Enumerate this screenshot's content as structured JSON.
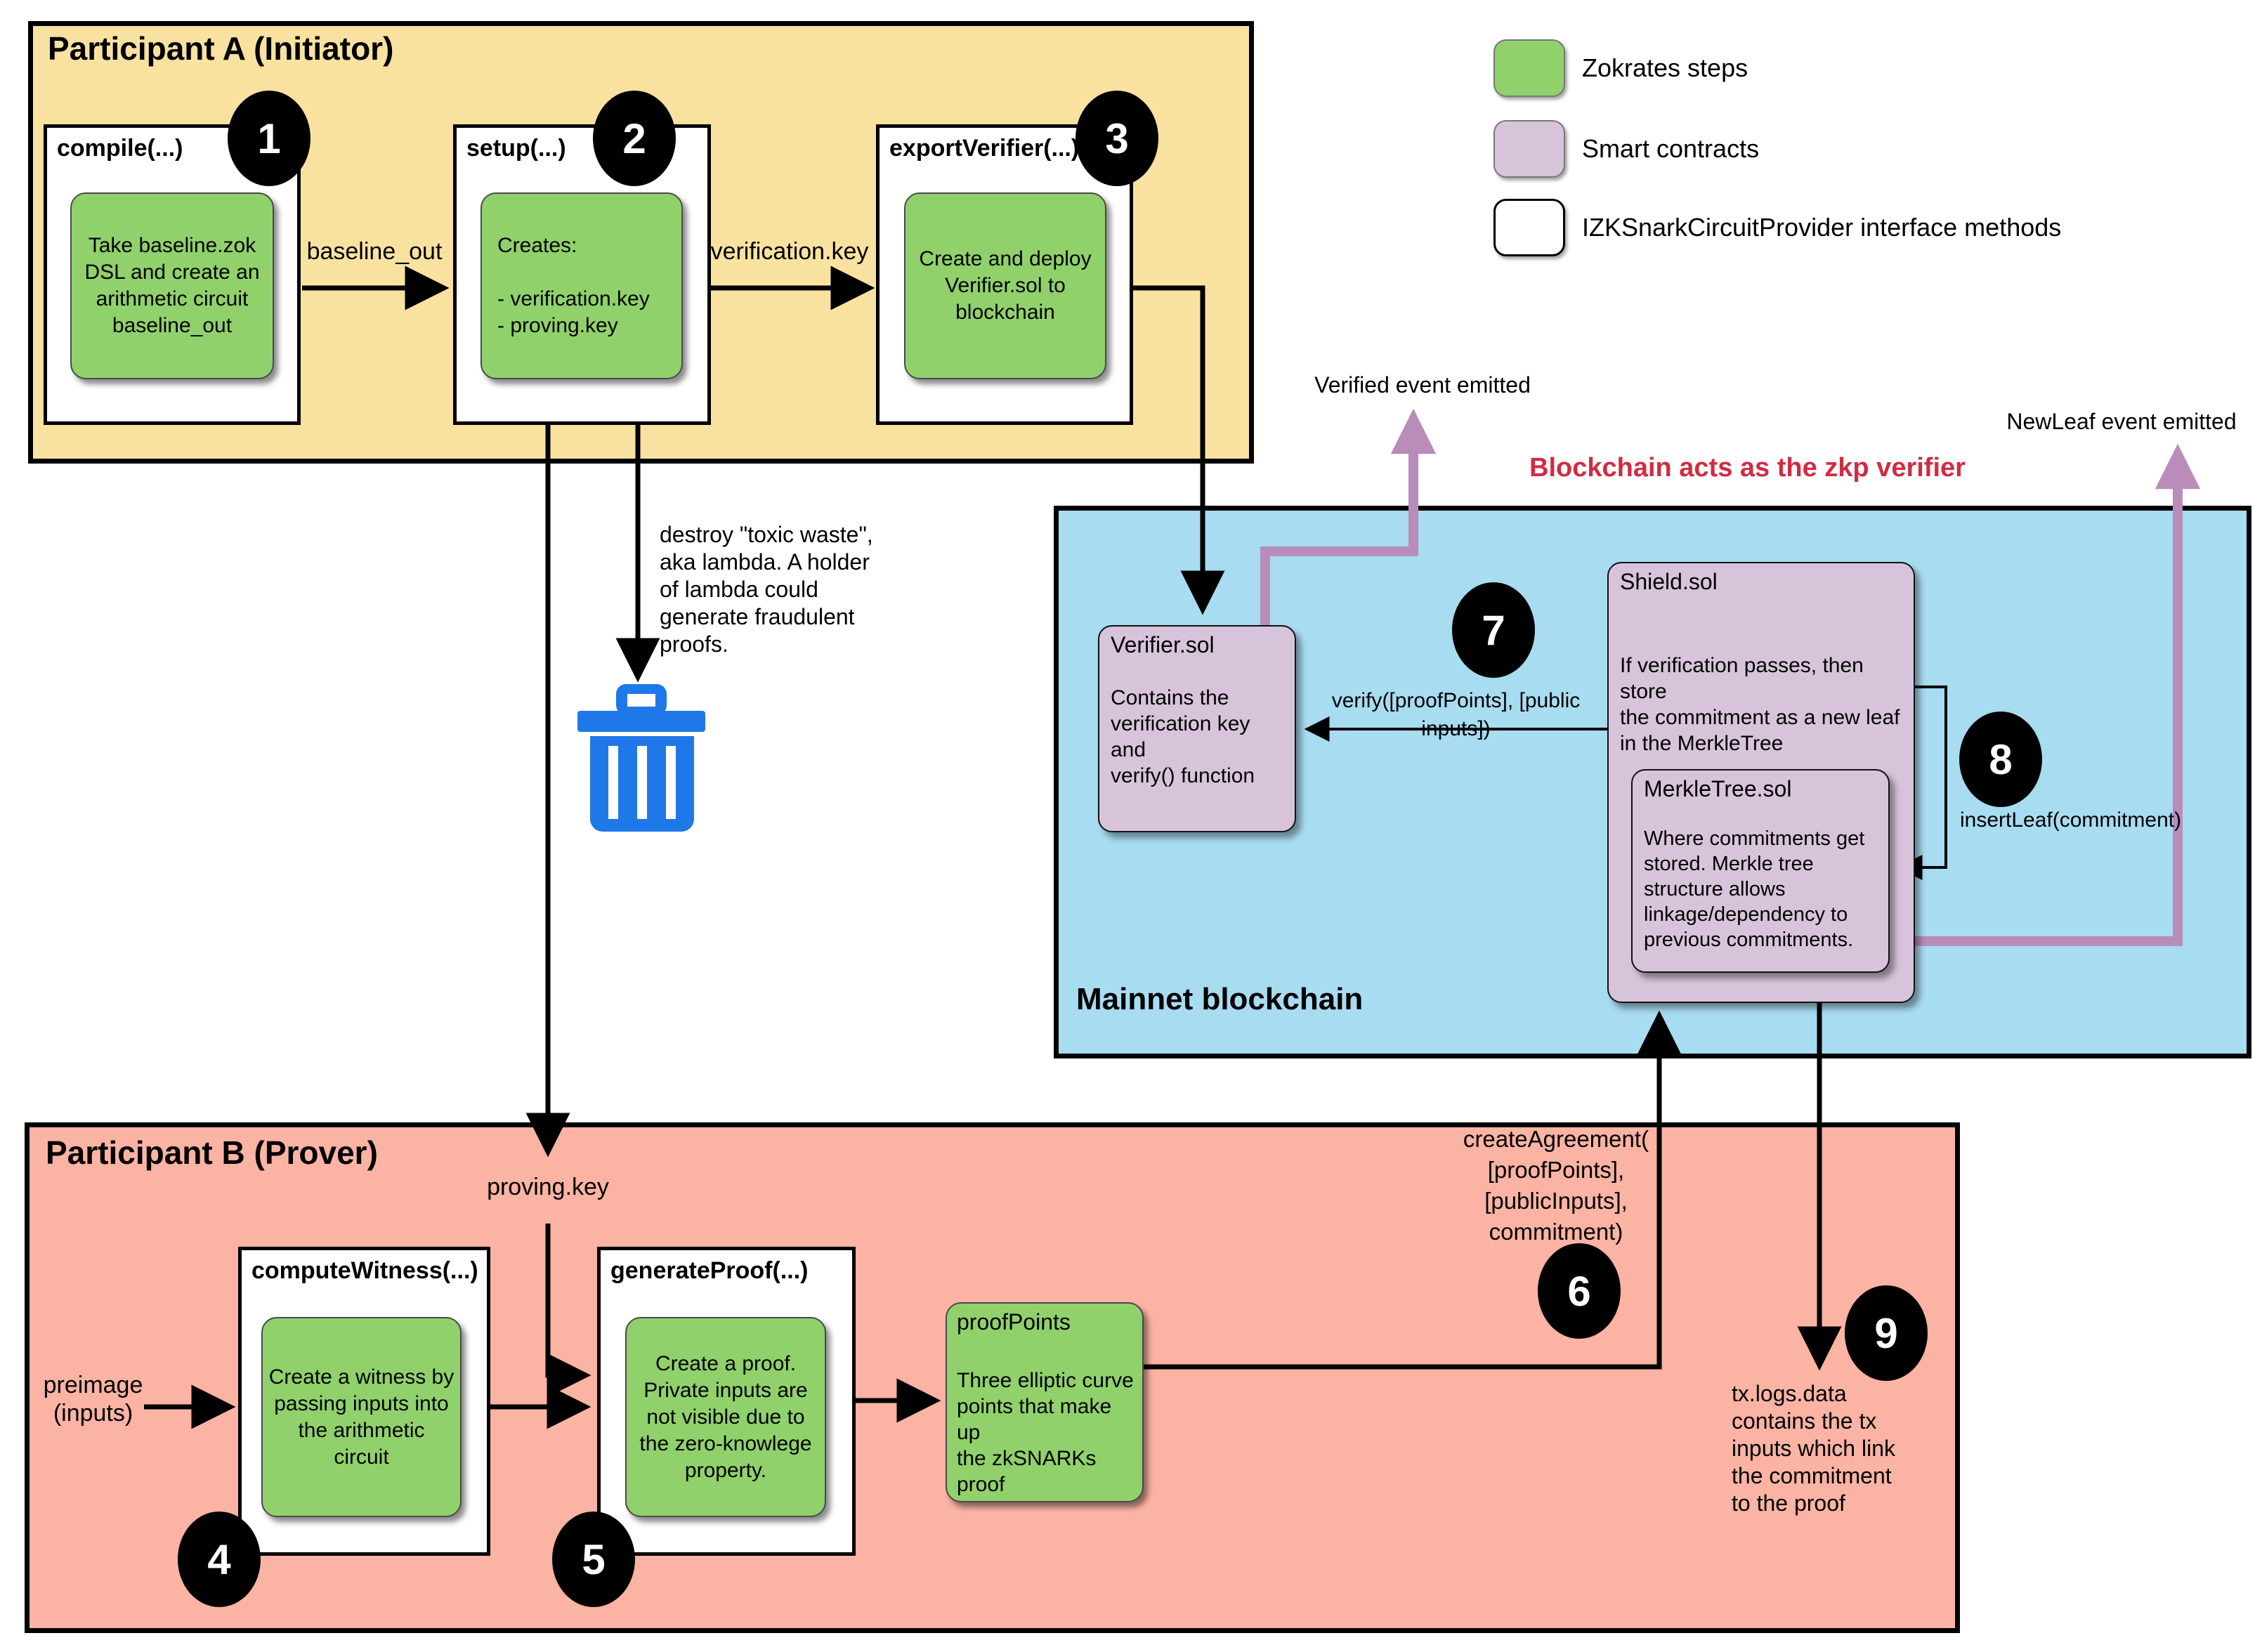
{
  "colors": {
    "zokrates_green": "#90d16c",
    "contract_purple": "#d7c4da",
    "participant_a_yellow": "#f9e2a0",
    "participant_b_pink": "#fbb3a4",
    "blockchain_blue": "#a8dcf0",
    "purple_arrow": "#b98cba",
    "red_title": "#d22b41",
    "trash_blue": "#1f78e8"
  },
  "legend": {
    "items": [
      {
        "label": "Zokrates steps"
      },
      {
        "label": "Smart contracts"
      },
      {
        "label": "IZKSnarkCircuitProvider interface methods"
      }
    ]
  },
  "participant_a": {
    "title": "Participant A (Initiator)",
    "steps": [
      {
        "badge": "1",
        "method": "compile(...)",
        "note": "Take baseline.zok\nDSL and create an\narithmetic circuit\nbaseline_out"
      },
      {
        "badge": "2",
        "method": "setup(...)",
        "note": "Creates:\n\n- verification.key\n- proving.key"
      },
      {
        "badge": "3",
        "method": "exportVerifier(...)",
        "note": "Create and deploy\nVerifier.sol to\nblockchain"
      }
    ],
    "baseline_out_label": "baseline_out",
    "verification_key_label": "verification.key"
  },
  "toxic_waste_note": "destroy \"toxic waste\",\naka lambda. A holder\nof lambda could\ngenerate fraudulent\nproofs.",
  "blockchain": {
    "heading": "Blockchain acts as the zkp verifier",
    "title": "Mainnet blockchain",
    "verified_event": "Verified event emitted",
    "newleaf_event": "NewLeaf event emitted",
    "badge_verify": "7",
    "badge_insert": "8",
    "verify_call": "verify([proofPoints], [public inputs])",
    "insert_call": "insertLeaf(commitment)",
    "verifier": {
      "name": "Verifier.sol",
      "desc": "Contains the\nverification key and\nverify() function"
    },
    "shield": {
      "name": "Shield.sol",
      "desc": "If verification passes, then store\nthe commitment as a new leaf\nin the MerkleTree"
    },
    "merkle": {
      "name": "MerkleTree.sol",
      "desc": "Where commitments get\nstored. Merkle tree\nstructure allows\nlinkage/dependency to\nprevious commitments."
    }
  },
  "participant_b": {
    "title": "Participant B (Prover)",
    "preimage_label": "preimage\n(inputs)",
    "proving_key_label": "proving.key",
    "badge_compute": "4",
    "badge_generate": "5",
    "badge_create": "6",
    "badge_tx": "9",
    "compute": {
      "method": "computeWitness(...)",
      "note": "Create a witness by\npassing inputs into\nthe arithmetic\ncircuit"
    },
    "generate": {
      "method": "generateProof(...)",
      "note": "Create a proof.\nPrivate inputs are\nnot visible due to\nthe zero-knowlege\nproperty."
    },
    "proof_points": {
      "name": "proofPoints",
      "desc": "Three elliptic curve\npoints that make up\nthe zkSNARKs proof"
    },
    "create_agreement_call": "createAgreement(\n[proofPoints],\n[publicInputs],\ncommitment)",
    "tx_note": "tx.logs.data\ncontains the tx\ninputs which link\nthe commitment\nto the proof"
  }
}
